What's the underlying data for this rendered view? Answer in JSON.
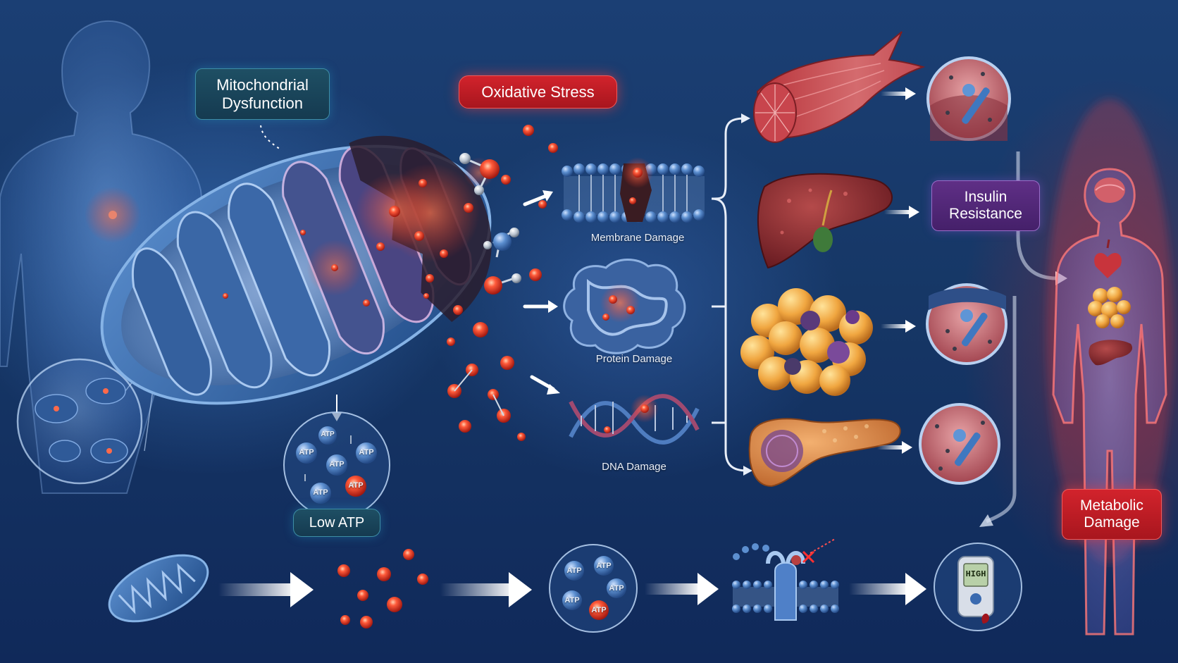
{
  "labels": {
    "mito_dysfunction_line1": "Mitochondrial",
    "mito_dysfunction_line2": "Dysfunction",
    "oxidative_stress": "Oxidative Stress",
    "membrane_damage": "Membrane Damage",
    "protein_damage": "Protein Damage",
    "dna_damage": "DNA Damage",
    "low_atp": "Low ATP",
    "insulin_line1": "Insulin",
    "insulin_line2": "Resistance",
    "metabolic_line1": "Metabolic",
    "metabolic_line2": "Damage",
    "glucometer_reading": "HIGH",
    "atp_molecule": "ATP"
  },
  "colors": {
    "teal_box": "#1e4f64",
    "red_box": "#d2232c",
    "purple_box": "#5f2f86",
    "radical": "#ff5a3a",
    "mito_blue": "#3f78b8"
  },
  "icons": {
    "human_left": "human-silhouette-icon",
    "human_right": "human-organs-icon",
    "mitochondrion": "mitochondrion-icon",
    "muscle": "muscle-icon",
    "liver": "liver-icon",
    "fat": "fat-cells-icon",
    "pancreas": "pancreas-icon",
    "glucometer": "glucometer-icon",
    "receptor": "insulin-receptor-icon"
  }
}
